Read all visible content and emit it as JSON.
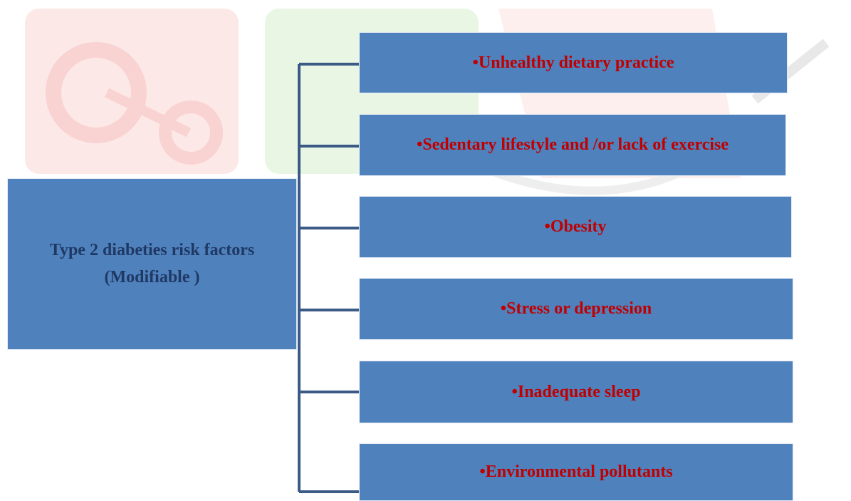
{
  "colors": {
    "box_fill": "#4f81bd",
    "root_text": "#1f3864",
    "leaf_text": "#c00000",
    "connector": "#3b5a86"
  },
  "diagram": {
    "root": {
      "line1": "Type 2 diabeties risk factors",
      "line2": "(Modifiable )"
    },
    "factors": [
      {
        "label": "•Unhealthy dietary practice"
      },
      {
        "label": "•Sedentary lifestyle and /or lack of exercise"
      },
      {
        "label": "•Obesity"
      },
      {
        "label": "•Stress or depression"
      },
      {
        "label": "•Inadequate sleep"
      },
      {
        "label": "•Environmental pollutants"
      }
    ]
  }
}
